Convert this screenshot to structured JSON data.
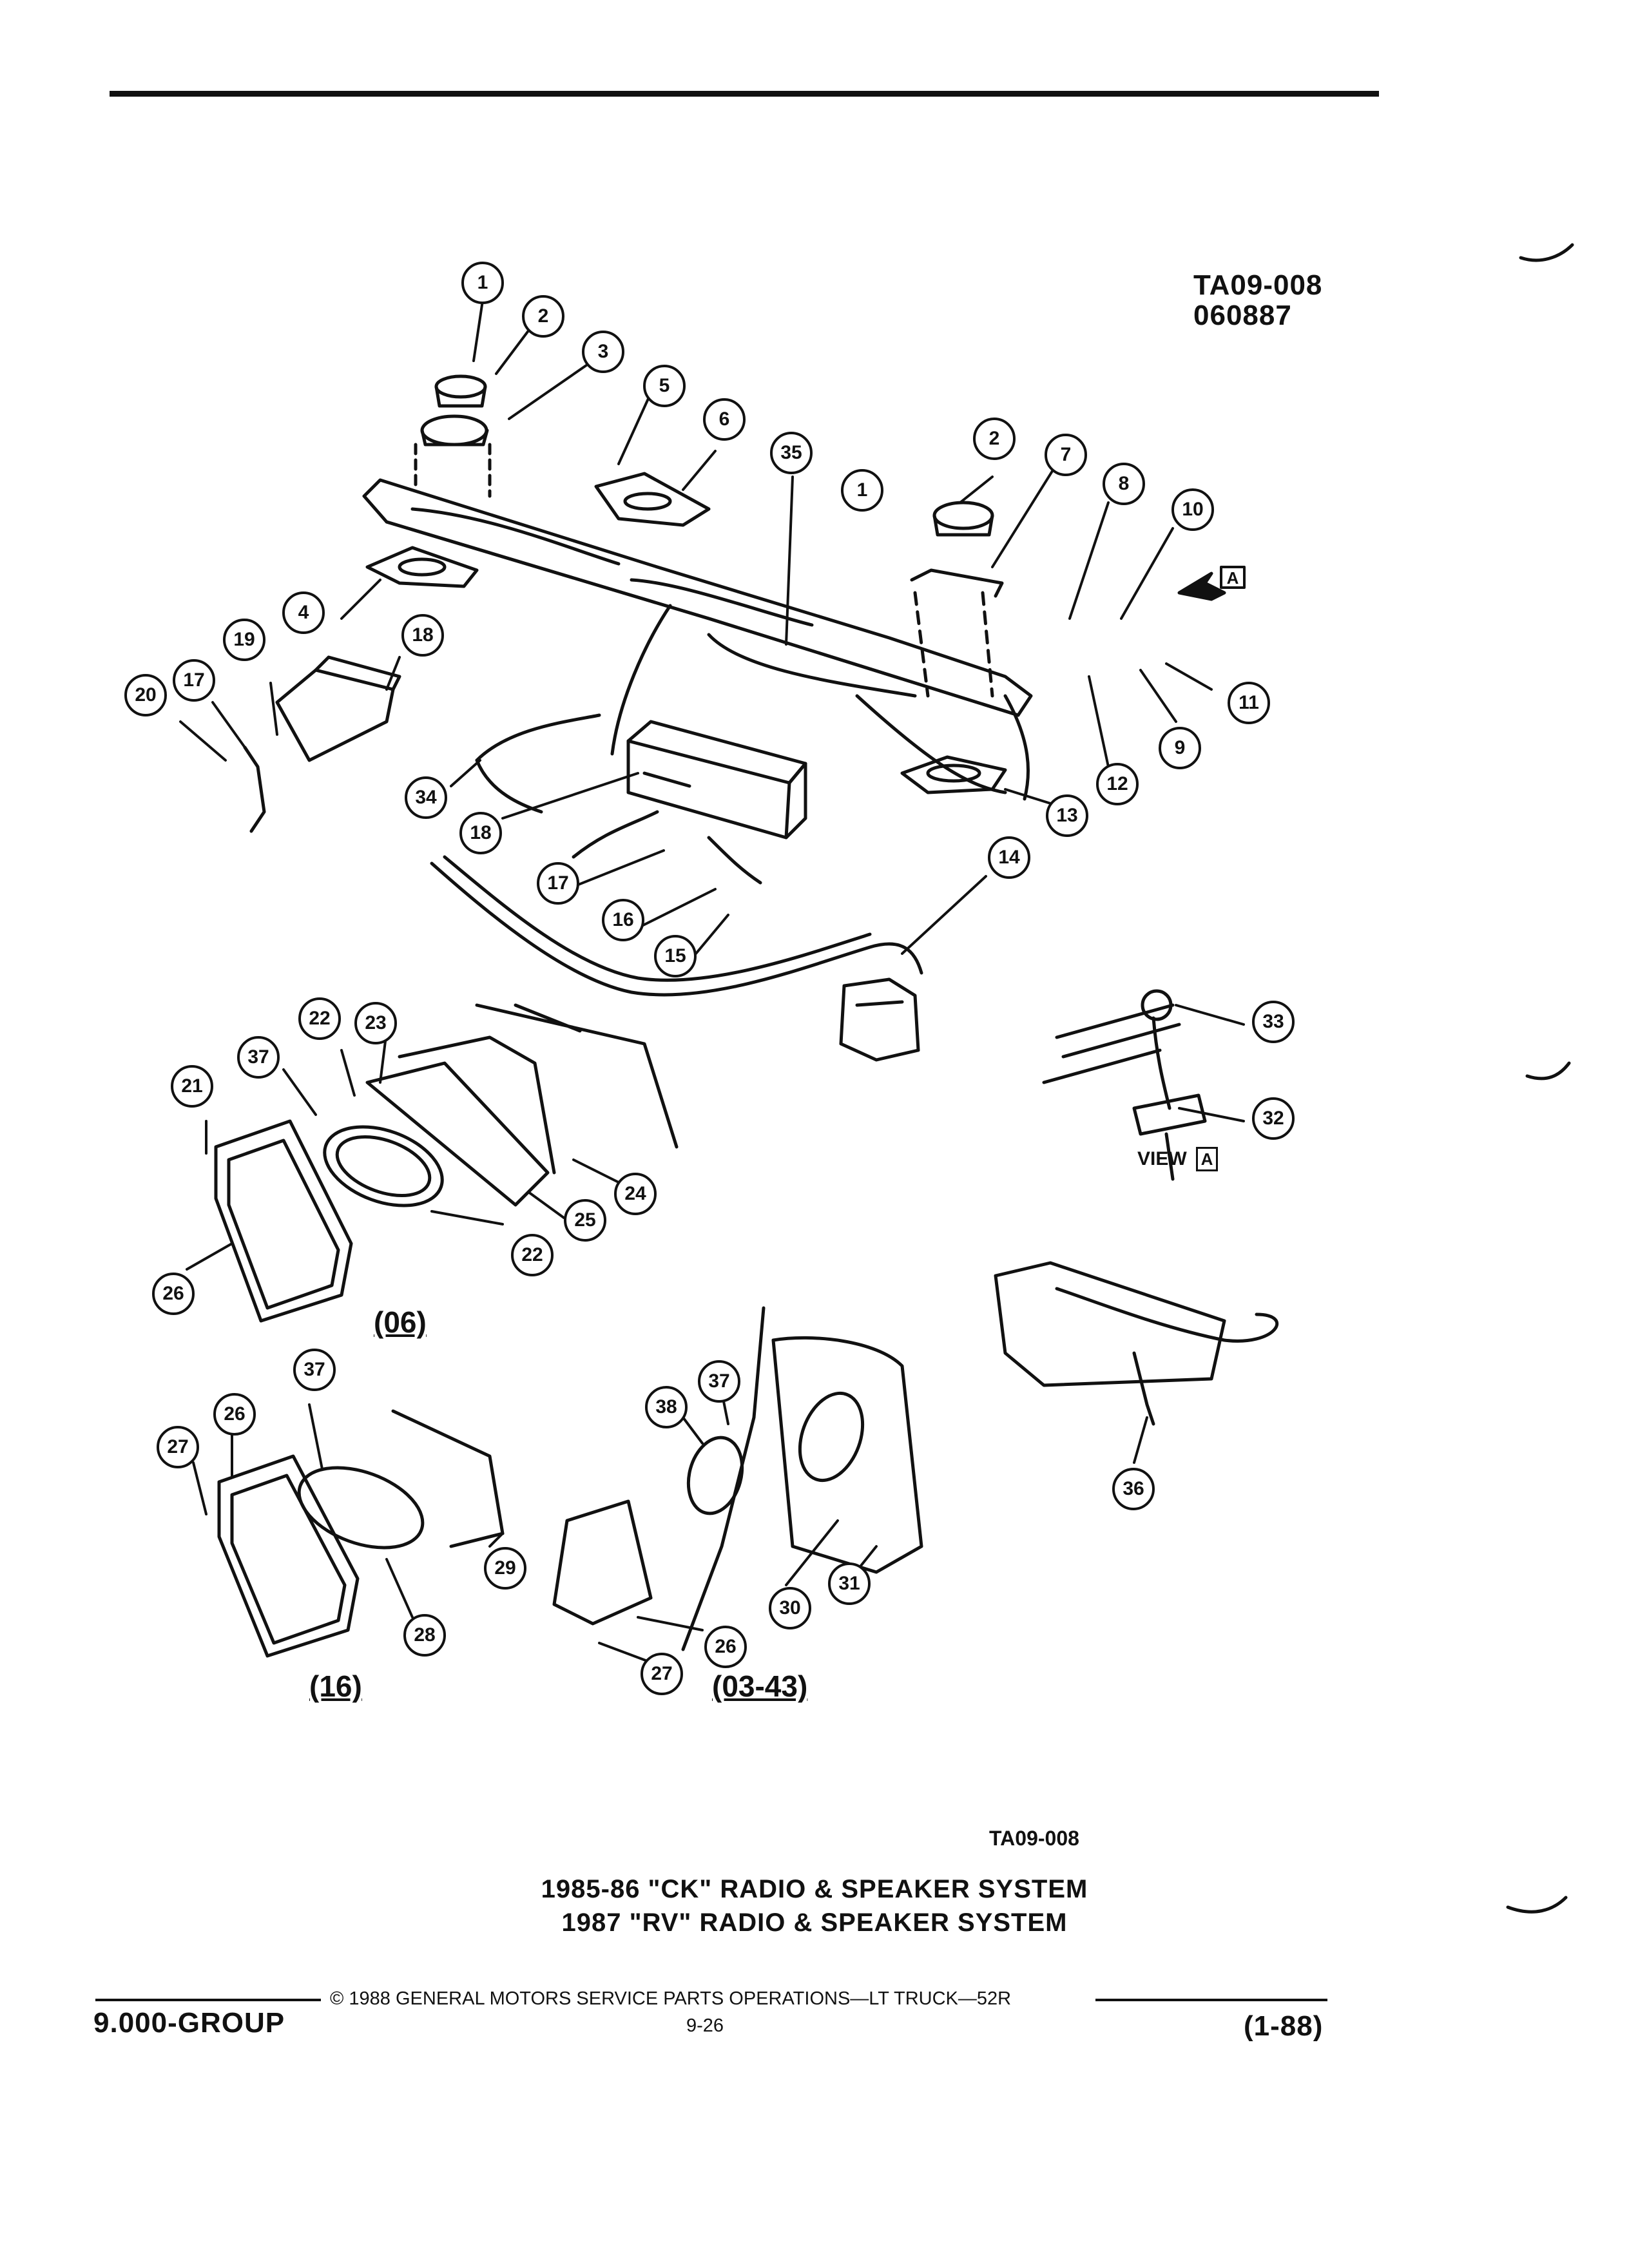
{
  "figure": {
    "ref_top": [
      "TA09-008",
      "060887"
    ],
    "ref_bottom": "TA09-008",
    "titles": [
      "1985-86 \"CK\" RADIO & SPEAKER SYSTEM",
      "1987 \"RV\" RADIO & SPEAKER SYSTEM"
    ],
    "view_label": "VIEW",
    "view_letter": "A",
    "variants": [
      "(06)",
      "(16)",
      "(03-43)"
    ]
  },
  "callouts": [
    "1",
    "2",
    "3",
    "5",
    "6",
    "35",
    "2",
    "1",
    "7",
    "8",
    "10",
    "4",
    "17",
    "19",
    "18",
    "20",
    "34",
    "18",
    "17",
    "16",
    "15",
    "14",
    "11",
    "9",
    "12",
    "13",
    "33",
    "32",
    "23",
    "22",
    "37",
    "21",
    "24",
    "25",
    "22",
    "26",
    "37",
    "26",
    "27",
    "29",
    "28",
    "38",
    "37",
    "26",
    "27",
    "30",
    "31",
    "36"
  ],
  "footer": {
    "copyright": "© 1988 GENERAL MOTORS SERVICE PARTS OPERATIONS—LT TRUCK—52R",
    "page": "9-26",
    "group": "9.000-GROUP",
    "date": "(1-88)"
  },
  "colors": {
    "ink": "#111111",
    "paper": "#ffffff"
  }
}
